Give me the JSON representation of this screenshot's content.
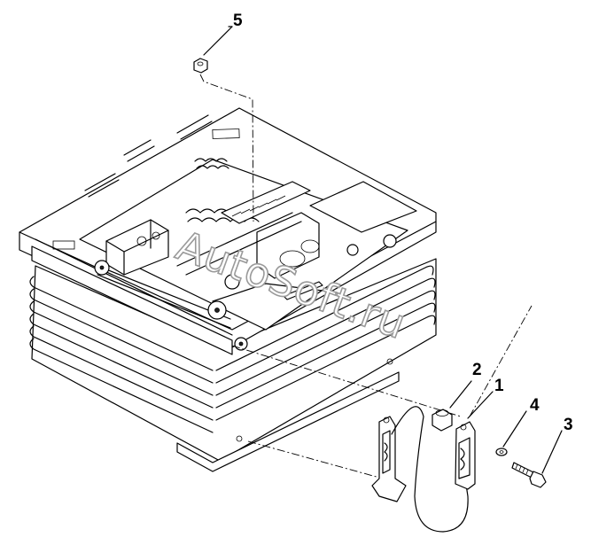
{
  "callouts": [
    {
      "id": "1",
      "label": "1"
    },
    {
      "id": "2",
      "label": "2"
    },
    {
      "id": "3",
      "label": "3"
    },
    {
      "id": "4",
      "label": "4"
    },
    {
      "id": "5",
      "label": "5"
    }
  ],
  "watermark": {
    "text": "AutoSoft.ru"
  },
  "colors": {
    "line": "#000000",
    "background": "#ffffff",
    "watermark_outline": "#9a9a9a"
  }
}
